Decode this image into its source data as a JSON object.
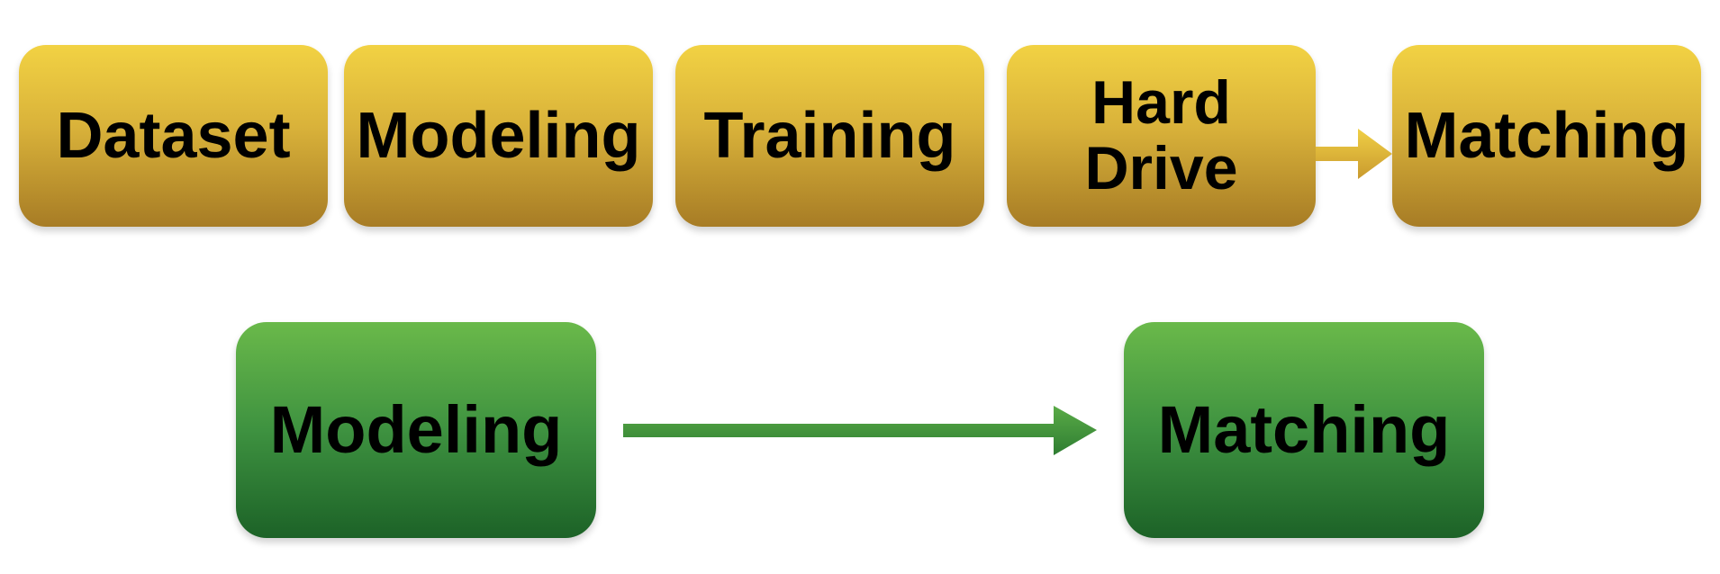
{
  "pipeline_top": {
    "steps": [
      {
        "id": "dataset",
        "label": "Dataset"
      },
      {
        "id": "modeling",
        "label": "Modeling"
      },
      {
        "id": "training",
        "label": "Training"
      },
      {
        "id": "hard-drive",
        "label_line1": "Hard",
        "label_line2": "Drive"
      },
      {
        "id": "matching",
        "label": "Matching"
      }
    ],
    "color_top": "#f2d243",
    "color_bottom": "#a77c25"
  },
  "pipeline_bottom": {
    "steps": [
      {
        "id": "modeling",
        "label": "Modeling"
      },
      {
        "id": "matching",
        "label": "Matching"
      }
    ],
    "color_top": "#6ab94a",
    "color_bottom": "#1c6227"
  }
}
